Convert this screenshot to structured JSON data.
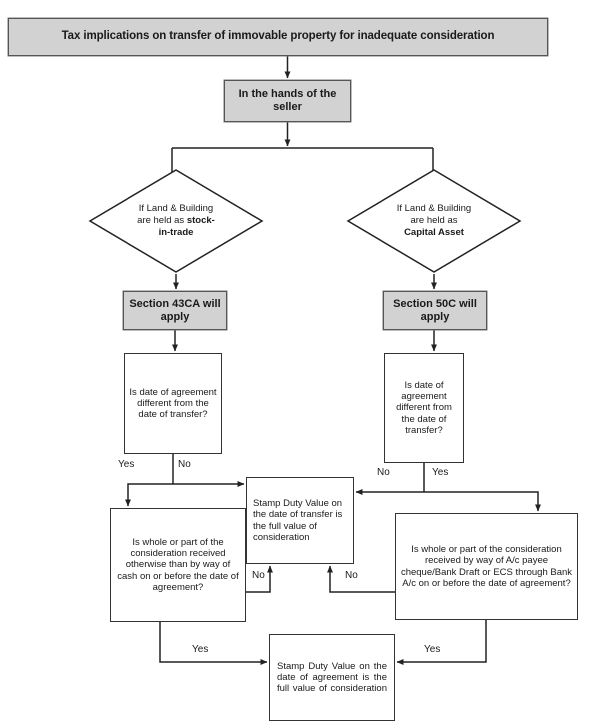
{
  "diagram": {
    "title": "Tax implications on transfer of immovable property for inadequate consideration",
    "type": "flowchart",
    "colors": {
      "shaded_fill": "#d2d2d2",
      "line": "#333333",
      "text": "#1a1a1a",
      "background": "#ffffff"
    }
  },
  "nodes": {
    "title_banner": "Tax implications on transfer of immovable property for inadequate consideration",
    "seller": "In the hands of the seller",
    "diamond_stock": {
      "line1": "If Land & Building",
      "line2": "are held as ",
      "line2_bold": "stock-",
      "line3_bold": "in-trade"
    },
    "diamond_capital": {
      "line1": "If Land & Building",
      "line2": "are held as",
      "line3_bold": "Capital Asset"
    },
    "section_43ca": "Section 43CA will apply",
    "section_50c": "Section 50C will apply",
    "q_date_left": "Is date of agreement different from the date of transfer?",
    "q_date_right": "Is date of agreement different from the date of transfer?",
    "sdv_transfer": "Stamp Duty Value on the date of transfer is the full value of consideration",
    "q_cash_left": "Is whole or part of the consideration received otherwise than by way of cash on or before the date of agreement?",
    "q_cheque_right": "Is whole or part of the consideration received by way of A/c payee cheque/Bank Draft or ECS through Bank A/c on or before the date of agreement?",
    "sdv_agreement": "Stamp Duty Value on the date of agreement is the full value of consideration"
  },
  "edge_labels": {
    "left_yes": "Yes",
    "left_no": "No",
    "right_no": "No",
    "right_yes": "Yes",
    "cash_no": "No",
    "cheque_no": "No",
    "cash_yes": "Yes",
    "cheque_yes": "Yes"
  }
}
